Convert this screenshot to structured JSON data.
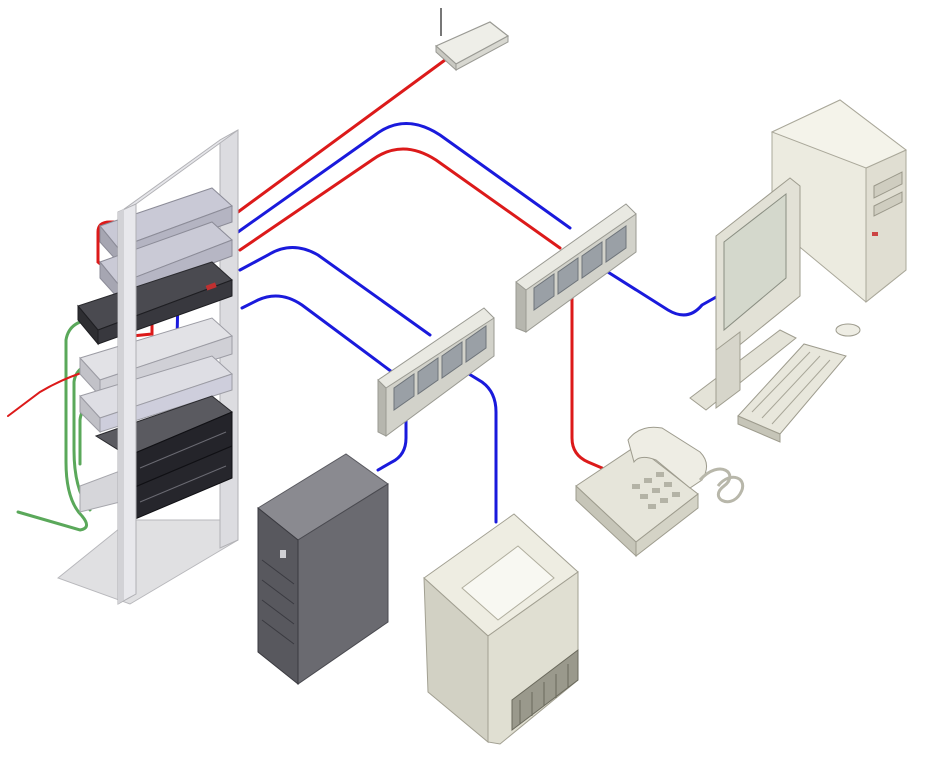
{
  "diagram": {
    "devices": [
      {
        "id": "rack",
        "icon": "server-rack-icon"
      },
      {
        "id": "wireless-ap",
        "icon": "wireless-access-point-icon"
      },
      {
        "id": "wall-plate-a",
        "icon": "wall-jack-plate-icon",
        "ports": 4
      },
      {
        "id": "wall-plate-b",
        "icon": "wall-jack-plate-icon",
        "ports": 4
      },
      {
        "id": "workstation",
        "icon": "desktop-computer-icon"
      },
      {
        "id": "tower-server",
        "icon": "tower-server-icon"
      },
      {
        "id": "printer",
        "icon": "printer-icon"
      },
      {
        "id": "telephone",
        "icon": "desk-phone-icon"
      }
    ],
    "cable_colors": {
      "data": "#1a1adc",
      "voice": "#dc1a1a",
      "patch": "#5aa85a"
    },
    "links": [
      {
        "from": "rack",
        "to": "wireless-ap",
        "type": "voice"
      },
      {
        "from": "rack",
        "to": "wall-plate-a",
        "type": "data"
      },
      {
        "from": "rack",
        "to": "wall-plate-a",
        "type": "voice"
      },
      {
        "from": "rack",
        "to": "wall-plate-b",
        "type": "data"
      },
      {
        "from": "rack",
        "to": "wall-plate-b",
        "type": "data"
      },
      {
        "from": "wall-plate-a",
        "to": "workstation",
        "type": "data"
      },
      {
        "from": "wall-plate-a",
        "to": "telephone",
        "type": "voice"
      },
      {
        "from": "wall-plate-b",
        "to": "tower-server",
        "type": "data"
      },
      {
        "from": "wall-plate-b",
        "to": "printer",
        "type": "data"
      }
    ]
  }
}
